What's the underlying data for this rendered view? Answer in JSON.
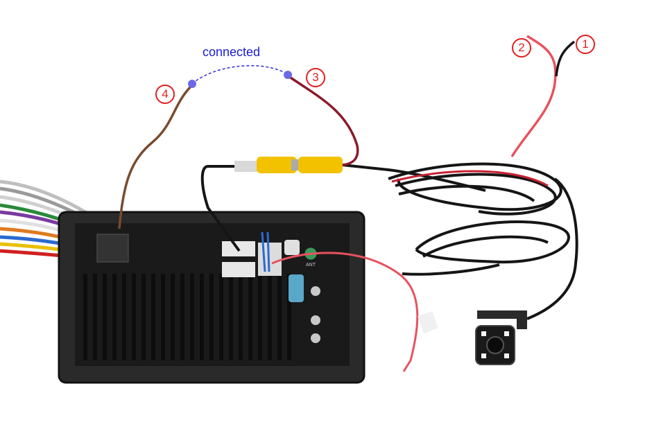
{
  "annotation": {
    "connected_label": "connected"
  },
  "callouts": [
    {
      "id": "1",
      "label": "1"
    },
    {
      "id": "2",
      "label": "2"
    },
    {
      "id": "3",
      "label": "3"
    },
    {
      "id": "4",
      "label": "4"
    }
  ],
  "device_labels": {
    "ant": "ANT"
  },
  "colors": {
    "callout": "#e02020",
    "connected_label": "#1a1ad0",
    "dashed_link": "#2a2ad8",
    "red_wire": "#e8525e",
    "black_cable": "#151515",
    "brown_wire": "#7a4a2e",
    "dark_red_wire": "#8a1a2a",
    "rca_yellow": "#f2c200",
    "head_unit": "#1d1d1d",
    "connection_dot": "#6a6ae8"
  }
}
